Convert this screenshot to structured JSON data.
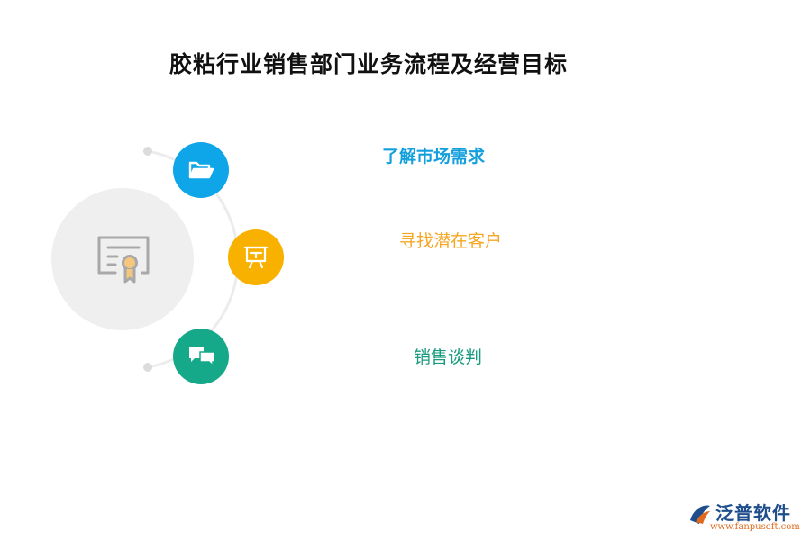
{
  "title": "胶粘行业销售部门业务流程及经营目标",
  "center_icon": "certificate-icon",
  "steps": [
    {
      "label": "了解市场需求",
      "icon": "folder-icon",
      "color": "#0ea5e9"
    },
    {
      "label": "寻找潜在客户",
      "icon": "presentation-board-icon",
      "color": "#f9b100"
    },
    {
      "label": "销售谈判",
      "icon": "chat-bubbles-icon",
      "color": "#15a98a"
    }
  ],
  "step_label_colors": [
    "#14a0dc",
    "#f5a623",
    "#1a9a7f"
  ],
  "logo": {
    "name": "泛普软件",
    "url": "www.fanpusoft.com",
    "brand_color": "#1f4e8c",
    "accent_color": "#e06a1b"
  }
}
